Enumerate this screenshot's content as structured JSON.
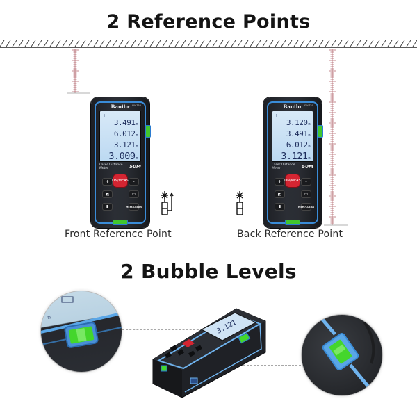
{
  "sections": {
    "reference_points": {
      "title": "2 Reference Points",
      "front": {
        "caption": "Front Reference Point",
        "device": {
          "brand": "Bauihr",
          "model": "SW-T50",
          "mode_icon": "rectangle-measure-icon",
          "readings": [
            {
              "value": "3.491",
              "unit": "m"
            },
            {
              "value": "6.012",
              "unit": "m"
            },
            {
              "value": "3.121",
              "unit": "m"
            },
            {
              "value": "3.009",
              "unit": "m"
            }
          ],
          "label": "Laser Distance Meter",
          "range": "50M",
          "buttons": [
            "+",
            "ON/MEAS",
            "-",
            "AREA",
            "UNIT",
            "REF",
            "MEM/CLEAR"
          ]
        },
        "icon": "front-reference-laser-icon"
      },
      "back": {
        "caption": "Back Reference Point",
        "device": {
          "brand": "Bauihr",
          "model": "SW-T50",
          "mode_icon": "rectangle-measure-icon",
          "readings": [
            {
              "value": "3.120",
              "unit": "m"
            },
            {
              "value": "3.491",
              "unit": "m"
            },
            {
              "value": "6.012",
              "unit": "m"
            },
            {
              "value": "3.121",
              "unit": "m"
            }
          ],
          "label": "Laser Distance Meter",
          "range": "50M",
          "buttons": [
            "+",
            "ON/MEAS",
            "-",
            "AREA",
            "UNIT",
            "REF",
            "MEM/CLEAR"
          ]
        },
        "icon": "back-reference-laser-icon"
      }
    },
    "bubble_levels": {
      "title": "2 Bubble Levels",
      "callouts": [
        "horizontal-bubble-level",
        "vertical-bubble-level"
      ]
    }
  },
  "colors": {
    "accent_blue": "#3a8cd8",
    "bubble_green": "#42c62e",
    "button_red": "#d42532",
    "ruler_red": "#b46a72",
    "screen_blue": "#c8e0f5"
  }
}
